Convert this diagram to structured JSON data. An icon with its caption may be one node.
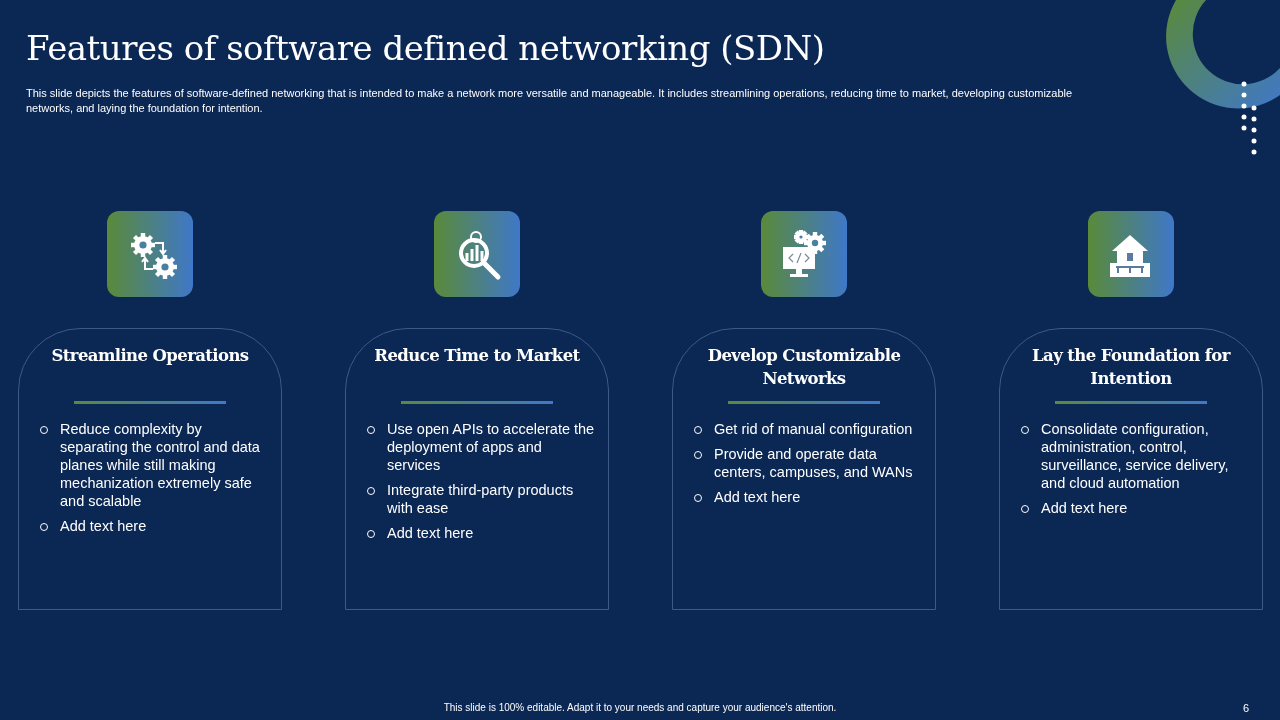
{
  "diagram": {
    "title": "Features of software defined networking (SDN)",
    "nodes": [
      {
        "text": [
          "Streamline Operations",
          "Reduce complexity by separating the control and data planes while still making mechanization extremely safe and scalable",
          "Add text here"
        ]
      },
      {
        "text": [
          "Reduce Time to Market",
          "Use open APIs to accelerate the deployment of apps and services",
          "Integrate third-party products with ease",
          "Add text here"
        ]
      },
      {
        "text": [
          "Develop Customizable Networks",
          "Get rid of manual configuration",
          "Provide and operate data centers, campuses, and WANs",
          "Add text here"
        ]
      },
      {
        "text": [
          "Lay the Foundation for Intention",
          "Consolidate configuration, administration, control, surveillance, service delivery, and cloud automation",
          "Add text here"
        ]
      }
    ],
    "edges": [],
    "labels": [
      "This slide depicts the features of software-defined networking that is intended to make a network more versatile and manageable. It includes streamlining operations, reducing time to market, developing customizable networks, and laying the foundation for intention.",
      "This slide is 100% editable. Adapt it to your needs and capture your audience's attention.",
      "6"
    ]
  }
}
